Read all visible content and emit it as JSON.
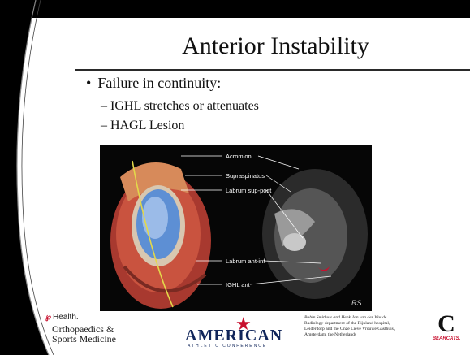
{
  "slide": {
    "title": "Anterior Instability",
    "bullet": "Failure in continuity:",
    "bullet_marker": "•",
    "sub_items": [
      {
        "dash": "–",
        "text": "IGHL stretches or attenuates"
      },
      {
        "dash": "–",
        "text": "HAGL Lesion"
      }
    ]
  },
  "figure": {
    "labels": {
      "acromion": "Acromion",
      "supraspinatus": "Supraspinatus",
      "labrum_sup_post": "Labrum sup-post",
      "labrum_ant_inf": "Labrum ant-inf",
      "ighl_ant": "IGHL ant"
    },
    "watermark": "RS"
  },
  "footer": {
    "health_text": "Health.",
    "department_line1": "Orthopaedics &",
    "department_line2": "Sports Medicine",
    "conference_name": "AMERICAN",
    "conference_sub": "ATHLETIC CONFERENCE",
    "credit_authors": "Robin Smithuis and Henk Jan van der Woude",
    "credit_line1": "Radiology department of the Rijnland hospital,",
    "credit_line2": "Leiderdorp and the Onze Lieve Vrouwe Gasthuis,",
    "credit_line3": "Amsterdam, the Netherlands",
    "bearcats_letter": "C",
    "bearcats_text": "BEARCATS."
  },
  "colors": {
    "accent_red": "#c8102e",
    "navy": "#10255a",
    "top_bar": "#000000"
  }
}
